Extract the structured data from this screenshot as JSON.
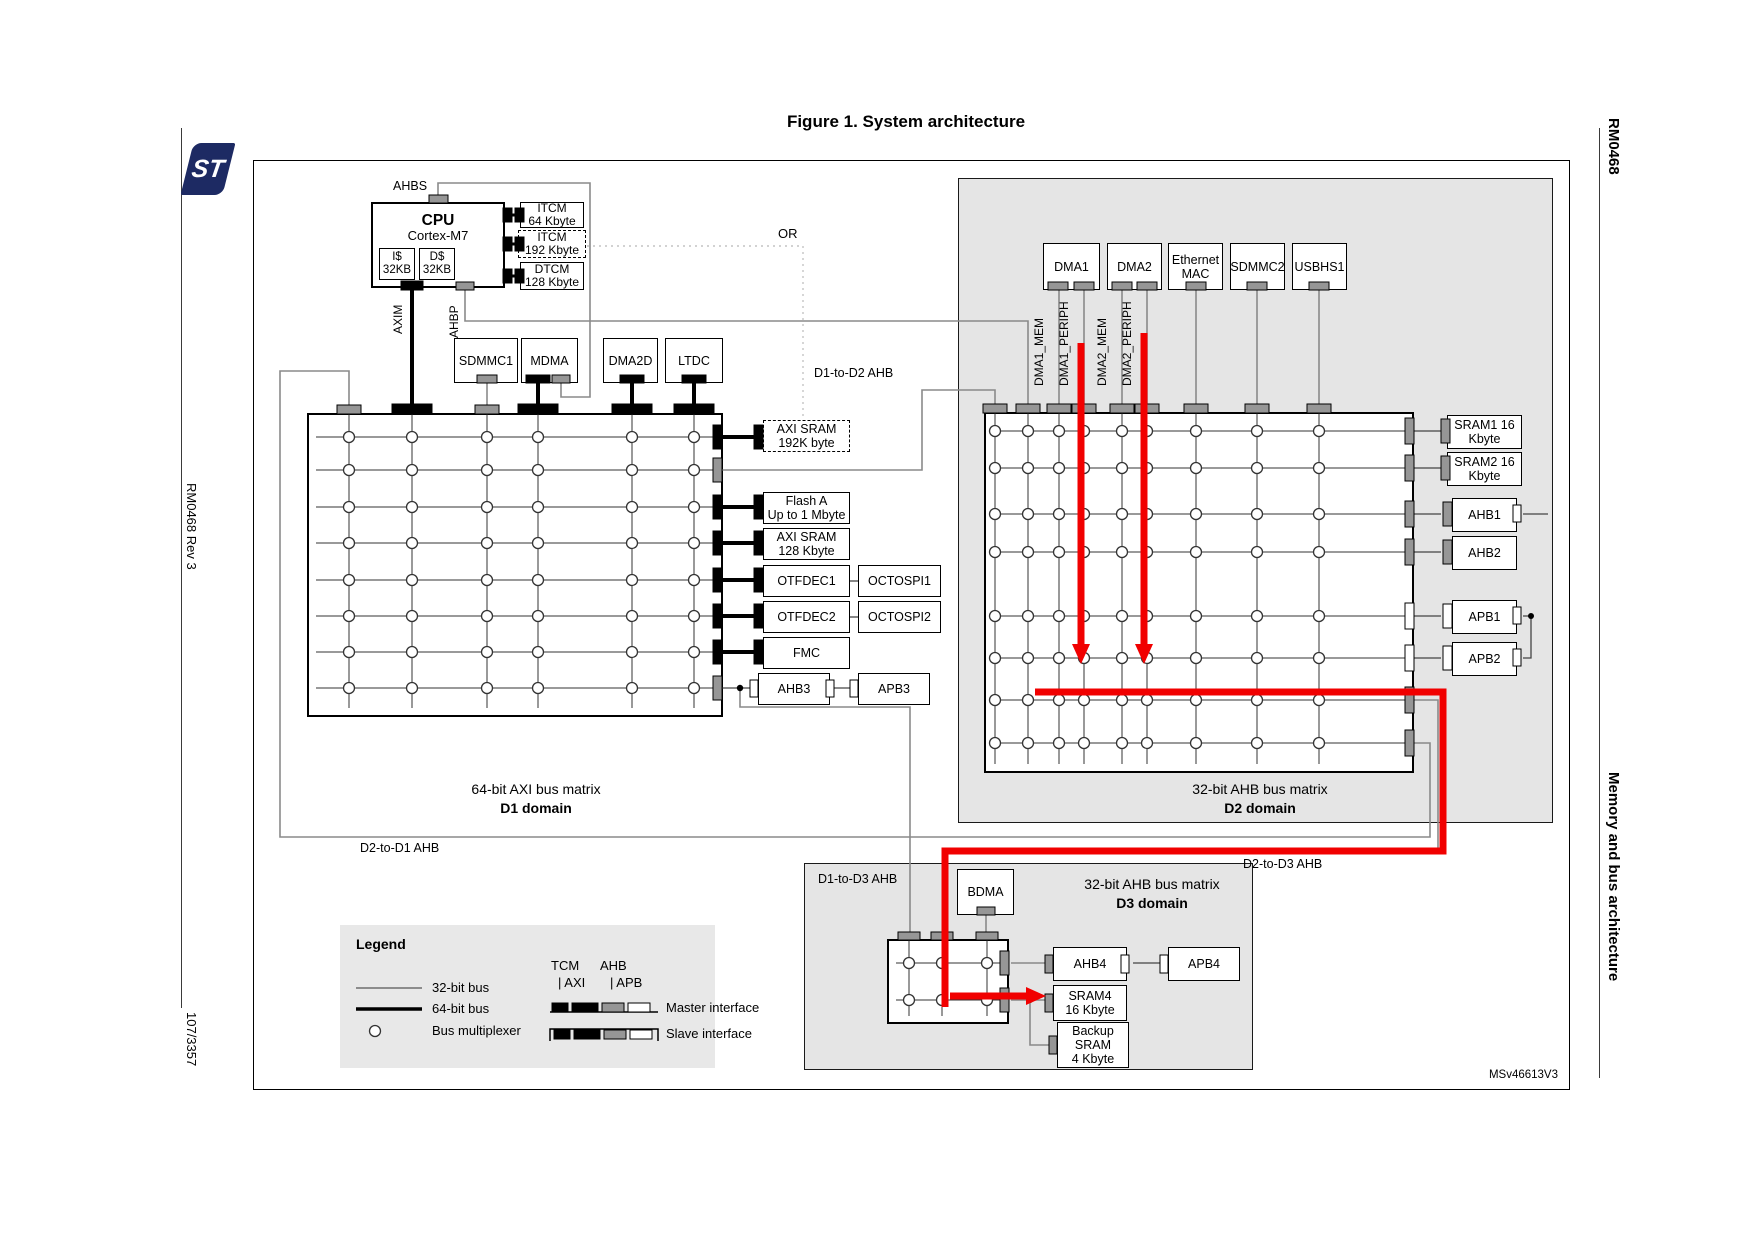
{
  "page": {
    "title": "Figure 1. System architecture",
    "figure_code": "MSv46613V3",
    "left_doc_ref": "RM0468 Rev 3",
    "left_page": "107/3357",
    "right_doc_ref": "RM0468",
    "right_section": "Memory and bus architecture",
    "logo": "ST"
  },
  "cpu": {
    "name": "CPU",
    "core": "Cortex-M7",
    "icache": "I$\n32KB",
    "dcache": "D$\n32KB",
    "port_ahbs": "AHBS",
    "port_axim": "AXIM",
    "port_ahbp": "AHBP"
  },
  "memories": {
    "itcm64": "ITCM\n64 Kbyte",
    "itcm192": "ITCM\n192 Kbyte",
    "dtcm": "DTCM\n128 Kbyte",
    "or_label": "OR"
  },
  "d1": {
    "title": "64-bit AXI bus matrix",
    "domain": "D1 domain",
    "masters": [
      "SDMMC1",
      "MDMA",
      "DMA2D",
      "LTDC"
    ],
    "slaves": {
      "axisram192": "AXI SRAM\n192K byte",
      "flasha": "Flash A\nUp to 1 Mbyte",
      "axisram128": "AXI SRAM\n128 Kbyte",
      "otfdec1": "OTFDEC1",
      "octospi1": "OCTOSPI1",
      "otfdec2": "OTFDEC2",
      "octospi2": "OCTOSPI2",
      "fmc": "FMC",
      "ahb3": "AHB3",
      "apb3": "APB3"
    }
  },
  "d2": {
    "title": "32-bit AHB bus matrix",
    "domain": "D2 domain",
    "masters": [
      "DMA1",
      "DMA2",
      "Ethernet\nMAC",
      "SDMMC2",
      "USBHS1"
    ],
    "port_labels": [
      "DMA1_MEM",
      "DMA1_PERIPH",
      "DMA2_MEM",
      "DMA2_PERIPH"
    ],
    "slaves": [
      "SRAM1 16\nKbyte",
      "SRAM2 16\nKbyte",
      "AHB1",
      "AHB2",
      "APB1",
      "APB2"
    ]
  },
  "d3": {
    "title": "32-bit AHB bus matrix",
    "domain": "D3 domain",
    "bdma": "BDMA",
    "ahb4": "AHB4",
    "apb4": "APB4",
    "sram4": "SRAM4\n16 Kbyte",
    "bkpsram": "Backup\nSRAM\n4 Kbyte"
  },
  "interconnects": {
    "d1d2": "D1-to-D2 AHB",
    "d2d1": "D2-to-D1 AHB",
    "d1d3": "D1-to-D3 AHB",
    "d2d3": "D2-to-D3 AHB"
  },
  "legend": {
    "title": "Legend",
    "bus32": "32-bit bus",
    "bus64": "64-bit bus",
    "mux": "Bus multiplexer",
    "tcm": "TCM",
    "ahb": "AHB",
    "axi": "| AXI",
    "apb": "| APB",
    "master": "Master interface",
    "slave": "Slave interface"
  },
  "colors": {
    "highlight": "#f10000",
    "domain_bg": "#e5e5e5",
    "port_gray": "#969696"
  }
}
